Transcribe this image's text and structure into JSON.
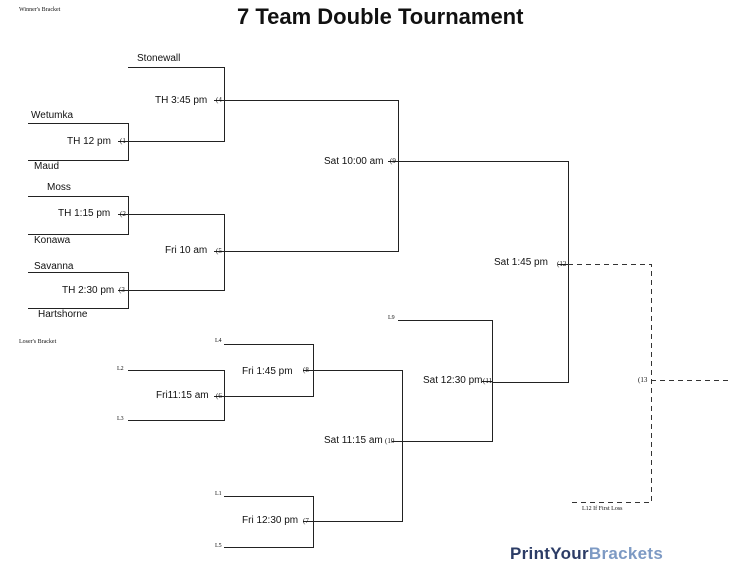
{
  "title": "7 Team Double Tournament",
  "winners_label": "Winner's Bracket",
  "losers_label": "Loser's Bracket",
  "teams": {
    "stonewall": "Stonewall",
    "wetumka": "Wetumka",
    "maud": "Maud",
    "moss": "Moss",
    "konawa": "Konawa",
    "savanna": "Savanna",
    "hartshorne": "Hartshorne"
  },
  "games": {
    "g1": {
      "time": "TH 12 pm",
      "num": "(1"
    },
    "g2": {
      "time": "TH 1:15 pm",
      "num": "(2"
    },
    "g3": {
      "time": "TH 2:30 pm",
      "num": "(3"
    },
    "g4": {
      "time": "TH 3:45 pm",
      "num": "(4"
    },
    "g5": {
      "time": "Fri 10 am",
      "num": "(5"
    },
    "g6": {
      "time": "Fri11:15 am",
      "num": "(6"
    },
    "g7": {
      "time": "Fri 12:30 pm",
      "num": "(7"
    },
    "g8": {
      "time": "Fri 1:45 pm",
      "num": "(8"
    },
    "g9": {
      "time": "Sat 10:00 am",
      "num": "(9"
    },
    "g10": {
      "time": "Sat 11:15 am",
      "num": "(10"
    },
    "g11": {
      "time": "Sat 12:30 pm",
      "num": "(11"
    },
    "g12": {
      "time": "Sat 1:45 pm",
      "num": "(12"
    },
    "g13": {
      "num": "(13"
    }
  },
  "loser_slots": {
    "l1": "L1",
    "l2": "L2",
    "l3": "L3",
    "l4": "L4",
    "l5": "L5",
    "l9": "L9"
  },
  "if_first_loss": "L12 If First Loss",
  "logo": {
    "part1": "PrintYour",
    "part2": "Brackets"
  }
}
